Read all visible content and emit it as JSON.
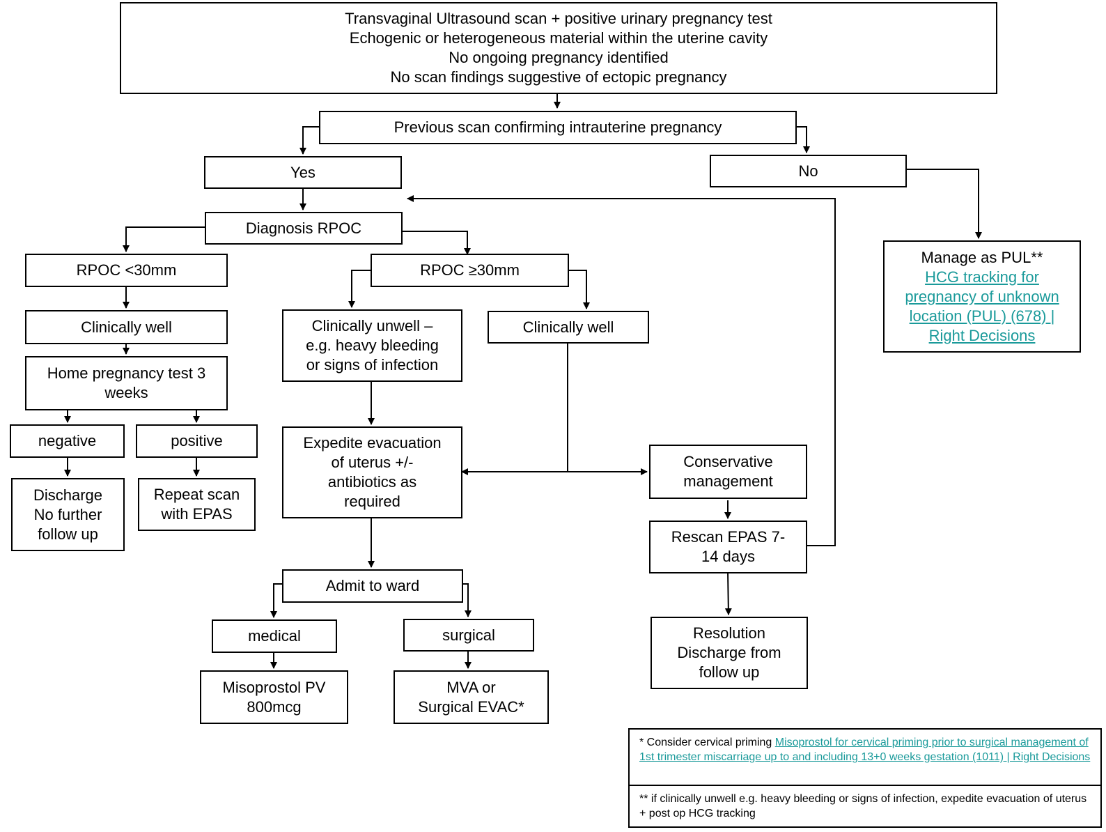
{
  "top": {
    "line1": "Transvaginal  Ultrasound  scan + positive urinary pregnancy test",
    "line2": "Echogenic  or heterogeneous  material  within  the uterine  cavity",
    "line3": "No ongoing pregnancy  identified",
    "line4": "No scan findings  suggestive  of ectopic pregnancy"
  },
  "previous_scan": "Previous scan  confirming  intrauterine  pregnancy",
  "yes": "Yes",
  "no": "No",
  "diagnosis": "Diagnosis RPOC",
  "rpoc_small": "RPOC <30mm",
  "rpoc_large": "RPOC ≥30mm",
  "left_clinically_well": "Clinically  well",
  "home_test": "Home pregnancy  test 3 weeks",
  "negative": "negative",
  "positive": "positive",
  "discharge": {
    "line1": "Discharge",
    "line2": "No further",
    "line3": "follow up"
  },
  "repeat_scan": {
    "line1": "Repeat scan",
    "line2": "with EPAS"
  },
  "unwell": {
    "line1": "Clinically  unwell  –",
    "line2": "e.g. heavy bleeding",
    "line3": "or signs of infection"
  },
  "mid_clinically_well": "Clinically  well",
  "expedite": {
    "line1": "Expedite evacuation",
    "line2": "of uterus  +/-",
    "line3": "antibiotics as",
    "line4": "required"
  },
  "conservative": {
    "line1": "Conservative",
    "line2": "management"
  },
  "rescan": {
    "line1": "Rescan EPAS 7-",
    "line2": "14 days"
  },
  "resolution": {
    "line1": "Resolution",
    "line2": "Discharge from",
    "line3": "follow up"
  },
  "admit": "Admit to ward",
  "medical": "medical",
  "surgical": "surgical",
  "misoprostol": {
    "line1": "Misoprostol PV",
    "line2": "800mcg"
  },
  "mva": {
    "line1": "MVA or",
    "line2": "Surgical EVAC*"
  },
  "pul": {
    "line1": "Manage as PUL**",
    "link1": "HCG tracking  for",
    "link2": "pregnancy  of unknown",
    "link3": "location (PUL) (678) |",
    "link4": "Right Decisions"
  },
  "footnote1": {
    "prefix": "* Consider  cervical priming ",
    "link": "Misoprostol  for cervical priming prior to surgical management  of 1st trimester  miscarriage up to and including  13+0 weeks gestation  (1011) | Right  Decisions"
  },
  "footnote2": "** if clinically unwell  e.g. heavy bleeding  or signs of infection,  expedite evacuation  of uterus + post op HCG tracking",
  "colors": {
    "link": "#1a9a9a",
    "line": "#000000"
  }
}
